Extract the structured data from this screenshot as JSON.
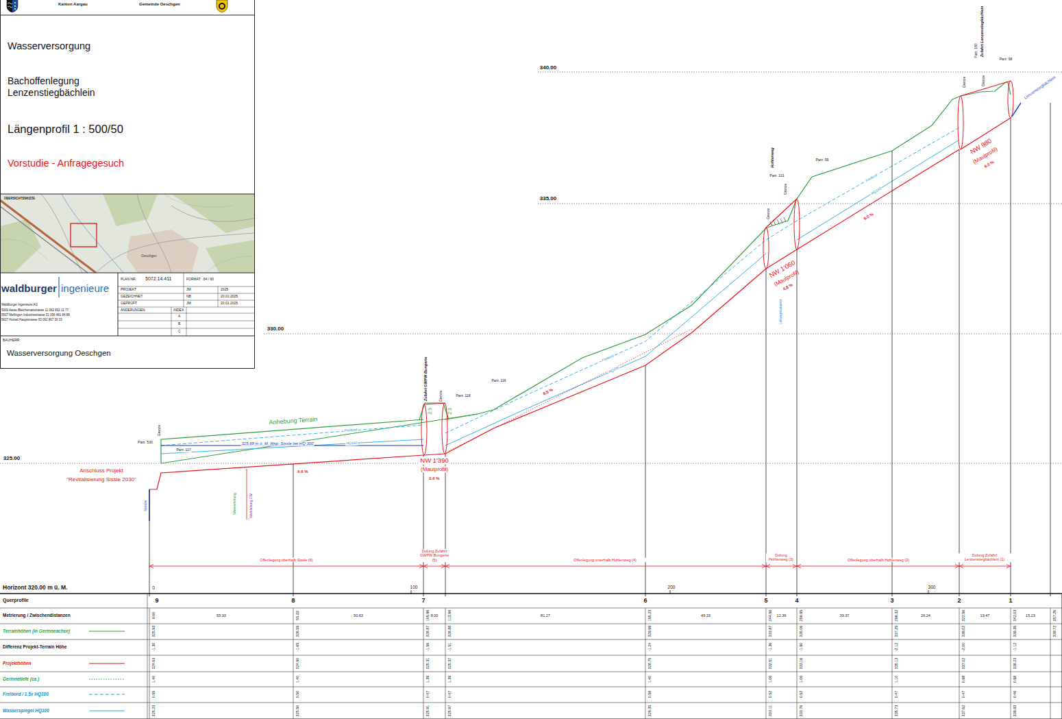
{
  "diagram": {
    "nodes": [
      {
        "text": [
          "Kanton Aargau",
          "Gemeinde Oeschgen"
        ]
      },
      {
        "text": [
          "Wasserversorgung",
          "Bachoffenlegung Lenzenstiegbächlein",
          "Längenprofil 1 : 500/50",
          "Vorstudie - Anfragegesuch"
        ]
      },
      {
        "text": [
          "ÜBERSICHTSSKIZZE",
          "Oeschgen"
        ]
      },
      {
        "text": [
          "waldburger",
          "ingenieure",
          "Waldburger Ingenieure AG",
          "5000 Aarau Bleichemattstrasse 11 062 832 11 77",
          "5507 Mellingen Industriestrasse 31 056 481 84 88",
          "5637 Hottwil Hauptstrasse 93 062 867 30 33"
        ]
      },
      {
        "text": [
          "PLAN NR.",
          "5072.14.411",
          "FORMAT : 84 / 60",
          "PROJEKT",
          "JM",
          "2025",
          "GEZEICHNET",
          "NB",
          "20.01.2025",
          "GEPRÜFT",
          "JM",
          "20.01.2025",
          "ÄNDERUNGEN",
          "INDEX",
          "A",
          "B",
          "C"
        ]
      },
      {
        "text": [
          "BAUHERR:",
          "Wasserversorgung Oeschgen"
        ]
      }
    ],
    "labels": [
      "340.00",
      "335.00",
      "330.00",
      "325.00",
      "Horizont 320.00 m ü. M.",
      "0",
      "100",
      "200",
      "300",
      "Zufahrt GWPW Bungerte",
      "Hohlenweg",
      "Zufahrt Lenzenstiegbächlein",
      "Parz. 160",
      "Grenze",
      "Grenze",
      "Grenze",
      "Grenze",
      "Grenze",
      "Grenze",
      "Parz. 530",
      "Parz. 117",
      "Parz. 118",
      "Parz. 116",
      "Parz. 101",
      "Parz. 99",
      "Parz. 98",
      "Anhebung Terrain",
      "Freibord",
      "HQ100",
      "Freibord",
      "HQ100",
      "Freibord",
      "HQ100",
      "325.69 m ü. M. Wsp. Sissle bei HQ 300",
      "Anschluss Projekt",
      "\"Revitalisierung Sissle 2030\"",
      "Sissle",
      "Lenzenstiegbächlein",
      "NW 1'390",
      "(Maulprofil)",
      "0.6 %",
      "0.6 %",
      "8.5 %",
      "NW 1'060",
      "(Maulprofil)",
      "4.8 %",
      "NW 980",
      "(Maulprofil)",
      "6.0 %",
      "6.0 %",
      "2:3",
      "2:3",
      "Wasserleitung",
      "Werkleitung EW",
      "Leitungskataster",
      "9",
      "8",
      "7",
      "6",
      "5",
      "4",
      "3",
      "2",
      "1",
      "Offenlegung oberhalb Sissle (6)",
      "Dolung Zufahrt GWPW Bungerte (5)",
      "Offenlegung unterhalb Hohlenweg (4)",
      "Dolung Hohlenweg (3)",
      "Offenlegung oberhalb Hohlenweg (2)",
      "Dolung Zufahrt Lenzenstiegbächlein (1)",
      "Querprofile",
      "Metrierung / Zwischendistanzen",
      "Differenz Projekt-Terrain Höhe",
      "55.33",
      "50.63",
      "8.00",
      "81.27",
      "49.33",
      "12.39",
      "39.37",
      "26.24",
      "19.47",
      "15.23",
      "0.00",
      "55.33",
      "105.96",
      "113.96",
      "195.23",
      "244.56",
      "256.95",
      "296.32",
      "322.56",
      "342.03",
      "357.26",
      "325.93",
      "326.55",
      "326.87",
      "326.88",
      "329.99",
      "333.87",
      "335.06",
      "337.25",
      "339.02",
      "339.35",
      "339.72",
      "-1.30",
      "-1.65",
      "-1.56",
      "-1.51",
      "-1.24",
      "-1.36",
      "-1.90",
      "-2.12",
      "-2.00",
      "-1.12",
      "324.63",
      "324.90",
      "325.31",
      "325.37",
      "328.75",
      "332.51",
      "333.16",
      "335.13",
      "337.02",
      "338.23",
      "1.40",
      "1.40",
      "1.39",
      "1.39",
      "1.40",
      "1.06",
      "1.06",
      "1.10",
      "0.98",
      "0.98",
      "0.55",
      "0.50",
      "0.47",
      "0.47",
      "0.58",
      "0.52",
      "0.52",
      "0.47",
      "0.47",
      "0.46",
      "325.23",
      "325.50",
      "325.91",
      "325.97",
      "329.35",
      "333.11",
      "333.76",
      "335.73",
      "337.62",
      "338.83"
    ],
    "legend": [
      {
        "text": "Terrainhöhen (in Gerinneachse)"
      },
      {
        "text": "Projekthöhen"
      },
      {
        "text": "Gerinnetiefe (ca.)"
      },
      {
        "text": "Freibord / 1.5x HQ100"
      },
      {
        "text": "Wasserspiegel HQ100"
      }
    ]
  }
}
